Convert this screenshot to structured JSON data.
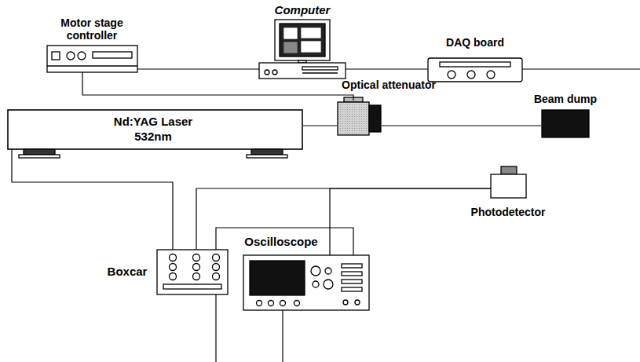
{
  "diagram": {
    "nodes": [
      {
        "text": [
          "Computer"
        ]
      },
      {
        "text": [
          "Motor stage controller"
        ]
      },
      {
        "text": [
          "DAQ board"
        ]
      },
      {
        "text": [
          "Nd:YAG Laser",
          "532nm"
        ]
      },
      {
        "text": [
          "Optical attenuator"
        ]
      },
      {
        "text": [
          "Beam dump"
        ]
      },
      {
        "text": [
          "Photodetector"
        ]
      },
      {
        "text": [
          "Boxcar"
        ]
      },
      {
        "text": [
          "Oscilloscope"
        ]
      }
    ],
    "edges": [
      {
        "from": 1,
        "to": 0,
        "arrow": "none"
      },
      {
        "from": 0,
        "to": 2,
        "arrow": "none"
      },
      {
        "from": 1,
        "to": 4,
        "arrow": "none"
      },
      {
        "from": 3,
        "to": 4,
        "arrow": "none"
      },
      {
        "from": 4,
        "to": 5,
        "arrow": "none"
      },
      {
        "from": 3,
        "to": 7,
        "arrow": "none"
      },
      {
        "from": 6,
        "to": 7,
        "arrow": "none"
      },
      {
        "from": 6,
        "to": 8,
        "arrow": "none"
      },
      {
        "from": 7,
        "to": 8,
        "arrow": "none"
      }
    ]
  }
}
